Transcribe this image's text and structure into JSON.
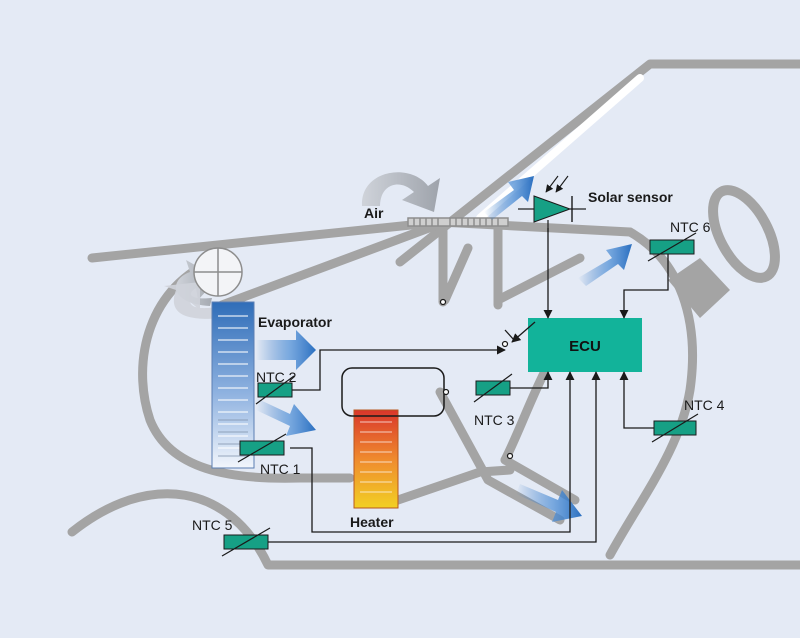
{
  "labels": {
    "air": "Air",
    "solar_sensor": "Solar sensor",
    "evaporator": "Evaporator",
    "ecu": "ECU",
    "heater": "Heater",
    "ntc1": "NTC 1",
    "ntc2": "NTC 2",
    "ntc3": "NTC 3",
    "ntc4": "NTC 4",
    "ntc5": "NTC 5",
    "ntc6": "NTC 6"
  },
  "colors": {
    "background": "#e4eaf5",
    "ecu": "#12b39a",
    "sensor": "#16a085",
    "body_line": "#a4a4a4",
    "wire": "#1a1a1a",
    "evaporator_top": "#2f6db8",
    "heater_top": "#d9362b",
    "heater_bottom": "#f2d024",
    "airflow": "#2a6fc0"
  }
}
